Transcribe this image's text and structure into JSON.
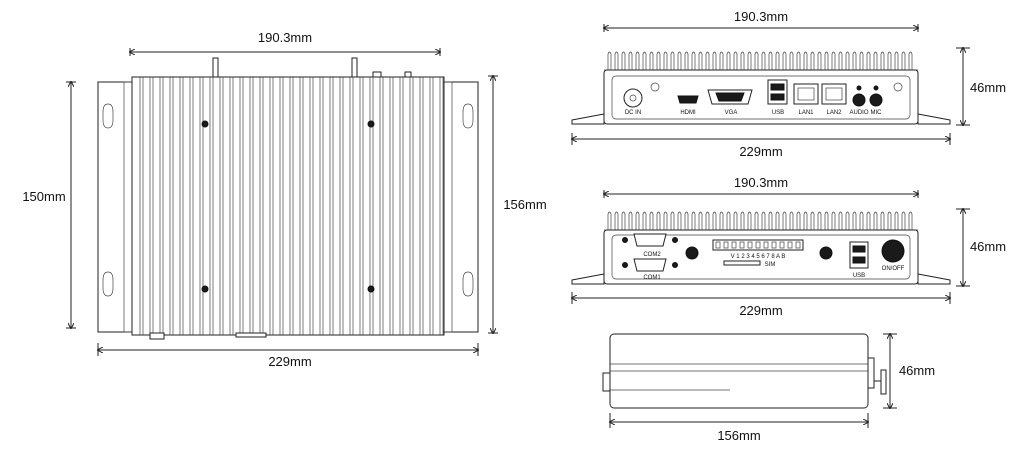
{
  "top_view": {
    "width_inner": "190.3mm",
    "height_left": "150mm",
    "height_right": "156mm",
    "width_total": "229mm"
  },
  "front_panel": {
    "width_top": "190.3mm",
    "height": "46mm",
    "width_bottom": "229mm",
    "ports": [
      "DC IN",
      "HDMI",
      "VGA",
      "USB",
      "LAN1",
      "LAN2",
      "AUDIO",
      "MIC"
    ]
  },
  "rear_panel": {
    "width_top": "190.3mm",
    "height": "46mm",
    "width_bottom": "229mm",
    "com_labels": [
      "COM2",
      "COM1"
    ],
    "terminal_label": "V 1 2 3 4 5 6 7 8 A B",
    "sim_label": "SIM",
    "usb_label": "USB",
    "power_label": "ON/OFF"
  },
  "side_view": {
    "height": "46mm",
    "width": "156mm"
  }
}
